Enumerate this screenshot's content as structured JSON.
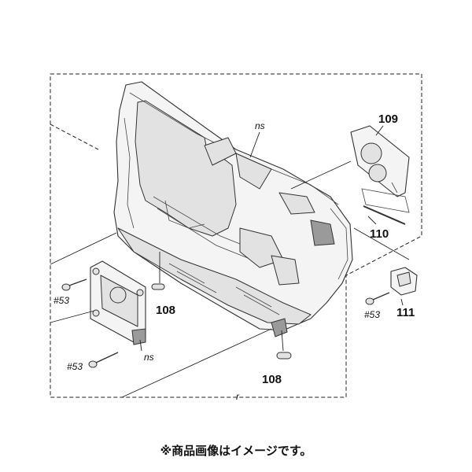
{
  "callouts": {
    "c109": "109",
    "c110": "110",
    "c111": "111",
    "c108a": "108",
    "c108b": "108",
    "ns_top": "ns",
    "ns_bottom": "ns",
    "s53_left_top": "#53",
    "s53_left_bottom": "#53",
    "s53_right": "#53",
    "r_mark": "r"
  },
  "caption": "※商品画像はイメージです。"
}
